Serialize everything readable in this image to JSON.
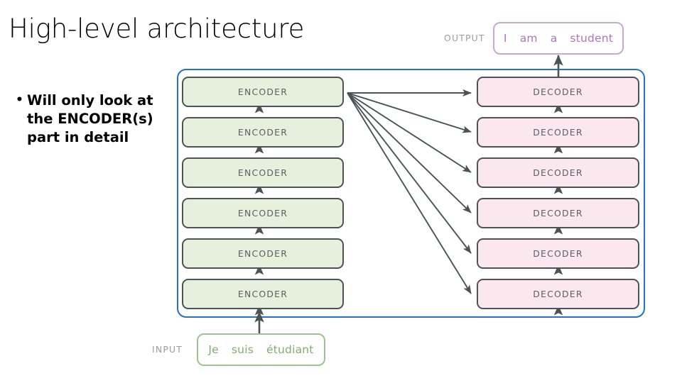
{
  "slide": {
    "title": "High-level architecture",
    "background_color": "#ffffff"
  },
  "bullets": [
    {
      "marker": "•",
      "text": "Will only look at the ENCODER(s) part in detail"
    }
  ],
  "diagram": {
    "frame_color": "#2272c8",
    "encoder": {
      "label": "ENCODER",
      "count": 6,
      "fill_color": "#e7efdd",
      "border_color": "#4d5257",
      "text_color": "#5b5f63"
    },
    "decoder": {
      "label": "DECODER",
      "count": 6,
      "fill_color": "#fbe7ee",
      "border_color": "#4d5257",
      "text_color": "#5b5f63"
    },
    "encoder_blocks": [
      {
        "label": "ENCODER"
      },
      {
        "label": "ENCODER"
      },
      {
        "label": "ENCODER"
      },
      {
        "label": "ENCODER"
      },
      {
        "label": "ENCODER"
      },
      {
        "label": "ENCODER"
      }
    ],
    "decoder_blocks": [
      {
        "label": "DECODER"
      },
      {
        "label": "DECODER"
      },
      {
        "label": "DECODER"
      },
      {
        "label": "DECODER"
      },
      {
        "label": "DECODER"
      },
      {
        "label": "DECODER"
      }
    ],
    "arrow_color": "#4d5257"
  },
  "io": {
    "input": {
      "label": "INPUT",
      "tokens": [
        "Je",
        "suis",
        "étudiant"
      ],
      "border_color": "#9bc38d",
      "text_color": "#7fae6a"
    },
    "output": {
      "label": "OUTPUT",
      "tokens": [
        "I",
        "am",
        "a",
        "student"
      ],
      "border_color": "#c9a8d6",
      "text_color": "#a877c0"
    },
    "label_color": "#9d9d9d"
  }
}
